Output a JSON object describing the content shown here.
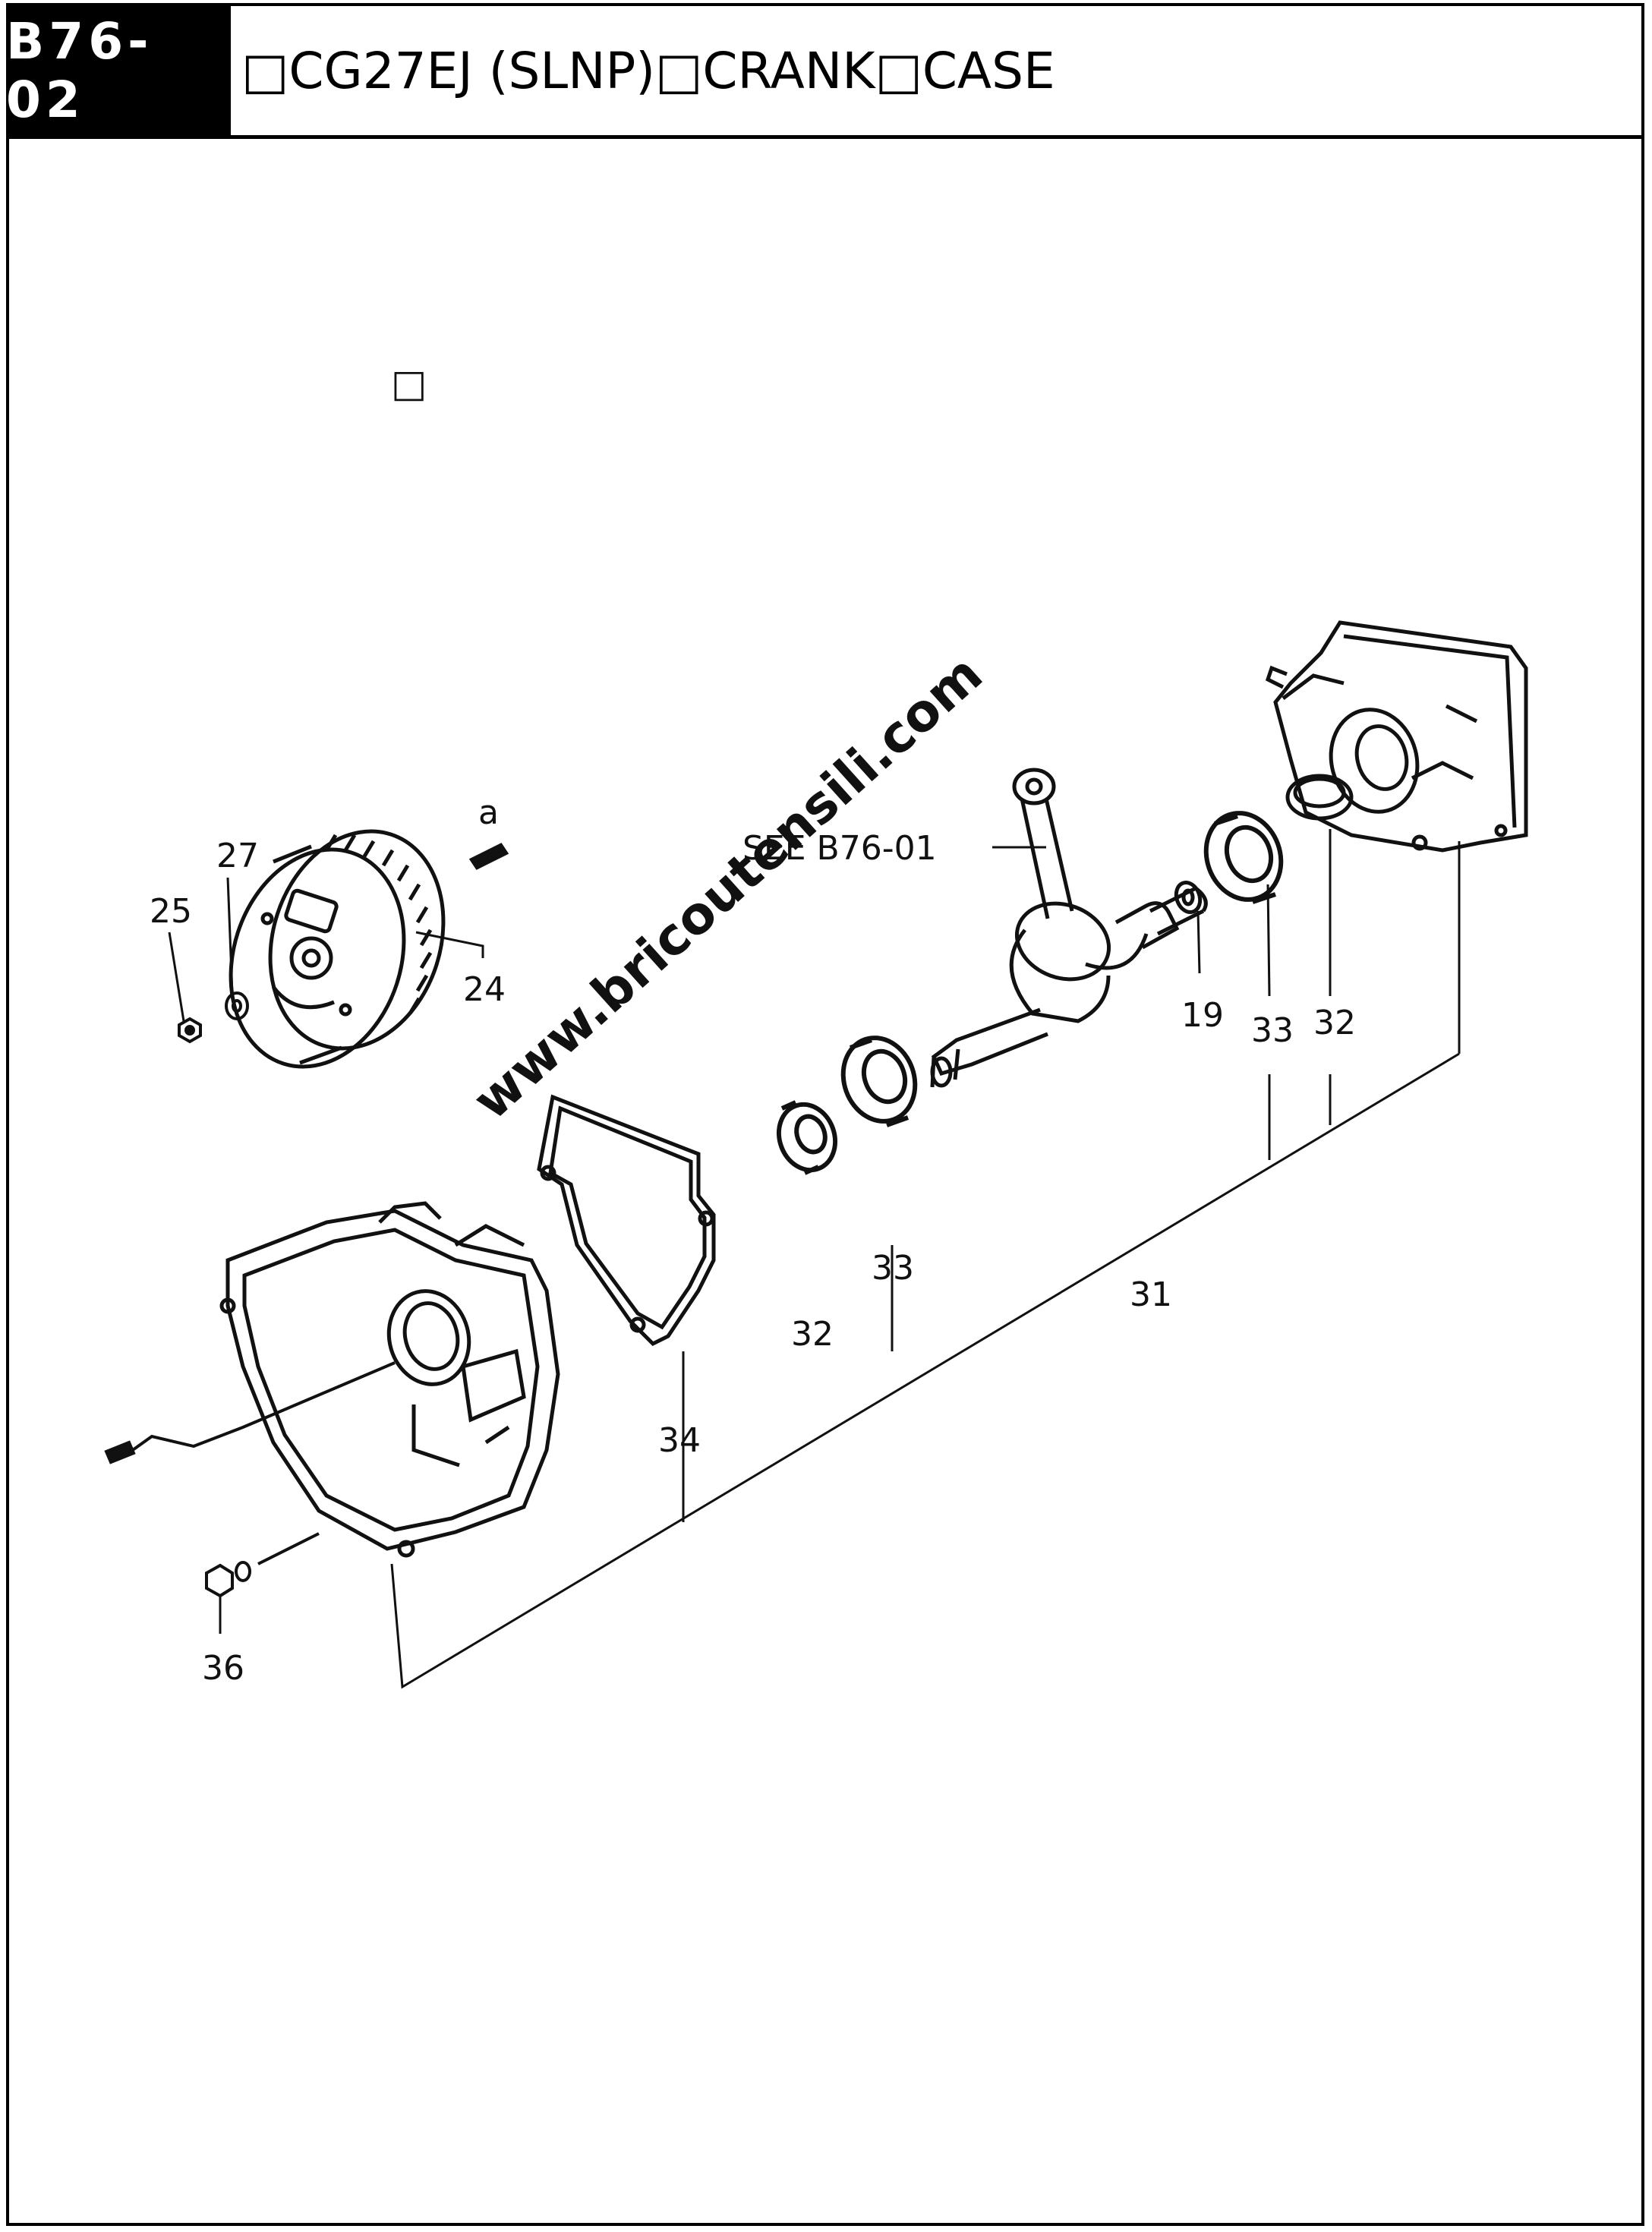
{
  "header": {
    "code": "B76-02",
    "title": "□CG27EJ (SLNP)□CRANK□CASE"
  },
  "stray_glyph": "□",
  "reference": "SEE B76-01",
  "watermark": "www.bricoutensili.com",
  "callouts": {
    "p27": "27",
    "p25": "25",
    "pa": "a",
    "p24": "24",
    "p19": "19",
    "p33a": "33",
    "p32a": "32",
    "p33b": "33",
    "p31": "31",
    "p32b": "32",
    "p34": "34",
    "p36": "36"
  },
  "icons": {
    "part_shapes": [
      "flywheel-icon",
      "crankshaft-icon",
      "bearing-icon",
      "oil-seal-icon",
      "gasket-icon",
      "crankcase-half-icon",
      "bolt-icon",
      "nut-icon",
      "washer-icon",
      "key-icon",
      "wire-lead-icon"
    ]
  }
}
